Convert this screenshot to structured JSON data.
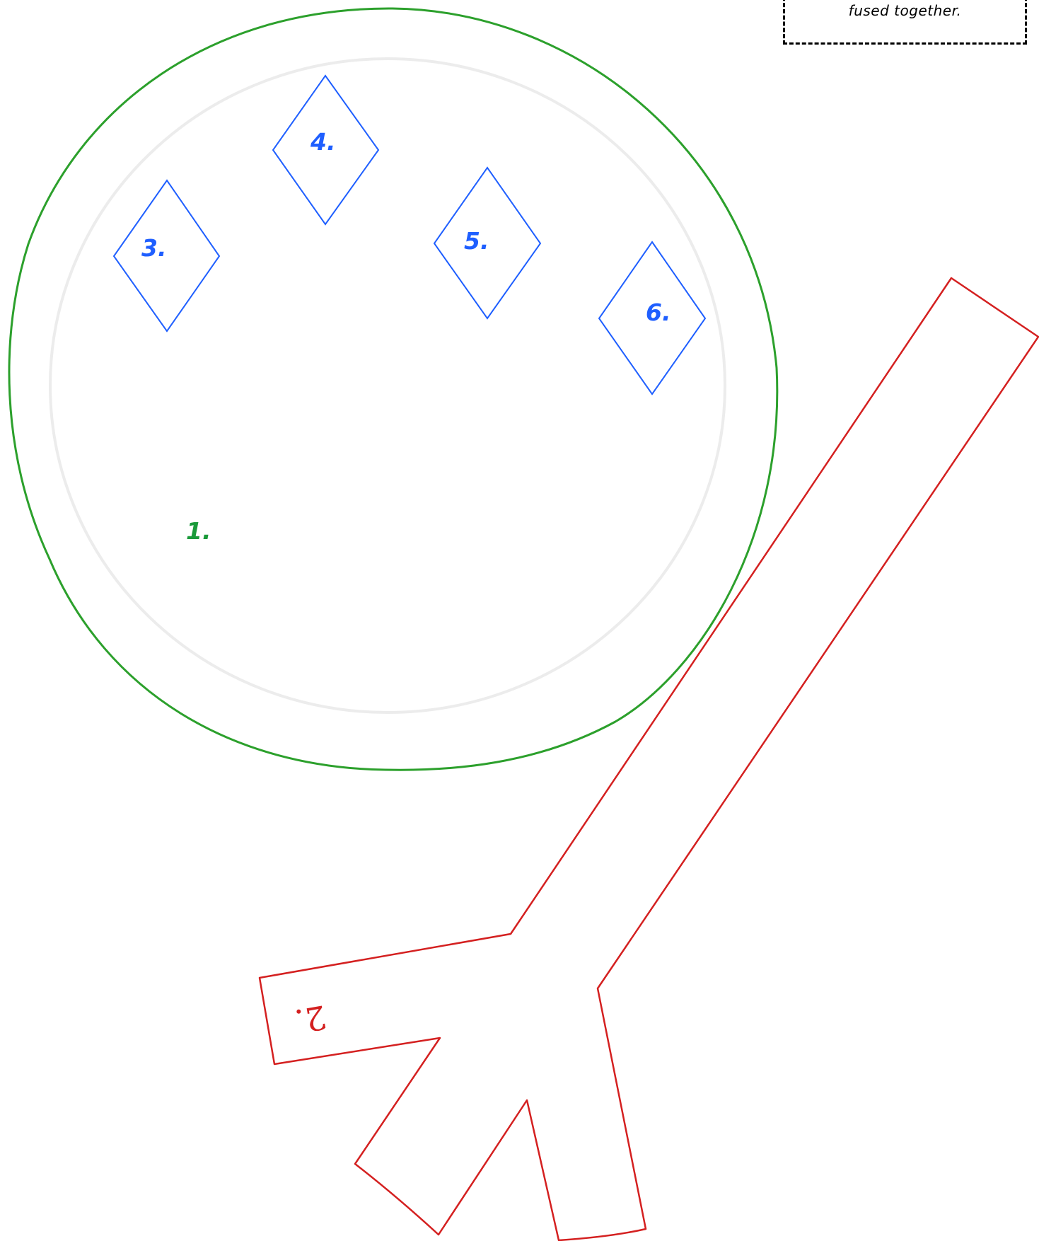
{
  "note": {
    "text": "fused together."
  },
  "labels": {
    "part1": "1.",
    "part2": "2.",
    "part3": "3.",
    "part4": "4.",
    "part5": "5.",
    "part6": "6."
  },
  "colors": {
    "circle": "#2ca02c",
    "inner_guide": "#ececec",
    "diamonds": "#1f5fff",
    "label_blue": "#1f5fff",
    "label_green": "#1a9a3a",
    "stem": "#d42020",
    "label_red": "#d42020",
    "note_border": "#000000"
  }
}
